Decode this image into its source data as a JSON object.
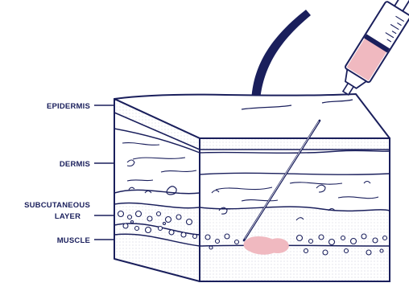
{
  "diagram": {
    "labels": {
      "epidermis": "EPIDERMIS",
      "dermis": "DERMIS",
      "subcutaneous_line1": "SUBCUTANEOUS",
      "subcutaneous_line2": "LAYER",
      "muscle": "MUSCLE"
    },
    "colors": {
      "ink": "#1a1f5c",
      "fill": "#f0b9c0",
      "stipple": "#d0d2de",
      "background": "#ffffff"
    },
    "icons": [
      "hair-strand",
      "syringe",
      "needle",
      "injected-fluid"
    ]
  }
}
